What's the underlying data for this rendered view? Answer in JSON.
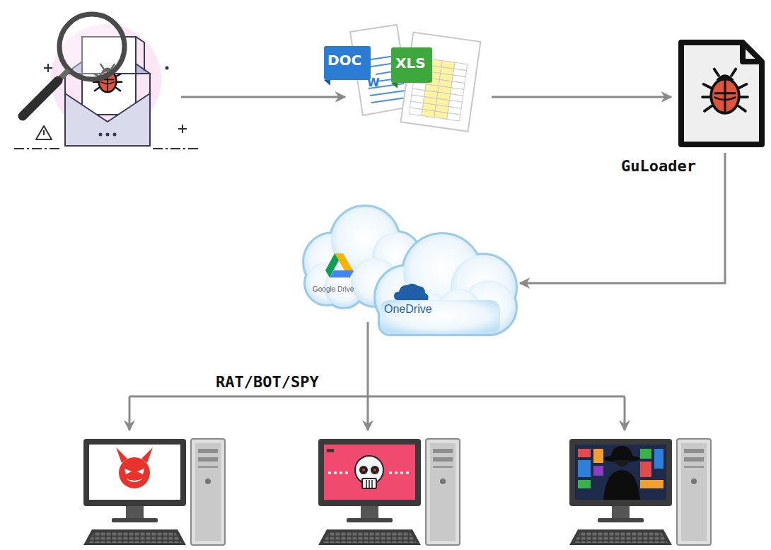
{
  "diagram": {
    "nodes": [
      {
        "text": [
          "DOC",
          "W"
        ]
      },
      {
        "text": [
          "XLS"
        ]
      },
      {
        "text": [
          "GuLoader"
        ]
      },
      {
        "text": [
          "Google Drive"
        ]
      },
      {
        "text": [
          "OneDrive"
        ]
      }
    ],
    "edges": [
      {
        "from": 1,
        "to": 2,
        "arrow": "to"
      },
      {
        "from": 2,
        "to": 4,
        "arrow": "to"
      }
    ],
    "labels": [
      "RAT/BOT/SPY"
    ]
  }
}
